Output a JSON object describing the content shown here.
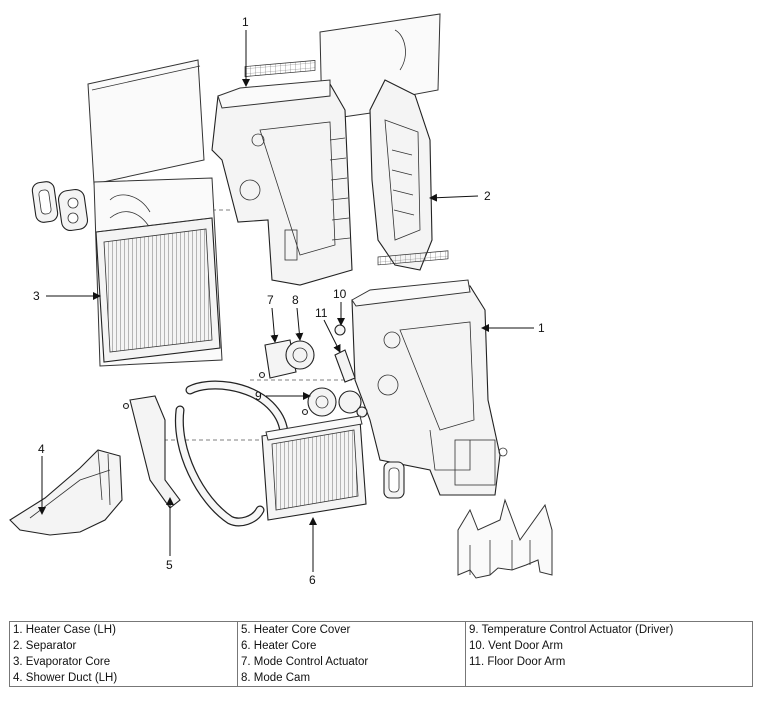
{
  "callouts": {
    "c1_top": "1",
    "c1_right": "1",
    "c2": "2",
    "c3": "3",
    "c4": "4",
    "c5": "5",
    "c6": "6",
    "c7": "7",
    "c8": "8",
    "c9": "9",
    "c10": "10",
    "c11": "11"
  },
  "legend": {
    "col1": [
      "1. Heater Case (LH)",
      "2. Separator",
      "3. Evaporator Core",
      "4. Shower Duct (LH)"
    ],
    "col2": [
      "5. Heater Core Cover",
      "6. Heater Core",
      "7. Mode Control Actuator",
      "8. Mode Cam"
    ],
    "col3": [
      "9. Temperature Control Actuator (Driver)",
      "10. Vent Door Arm",
      "11. Floor Door Arm"
    ]
  }
}
